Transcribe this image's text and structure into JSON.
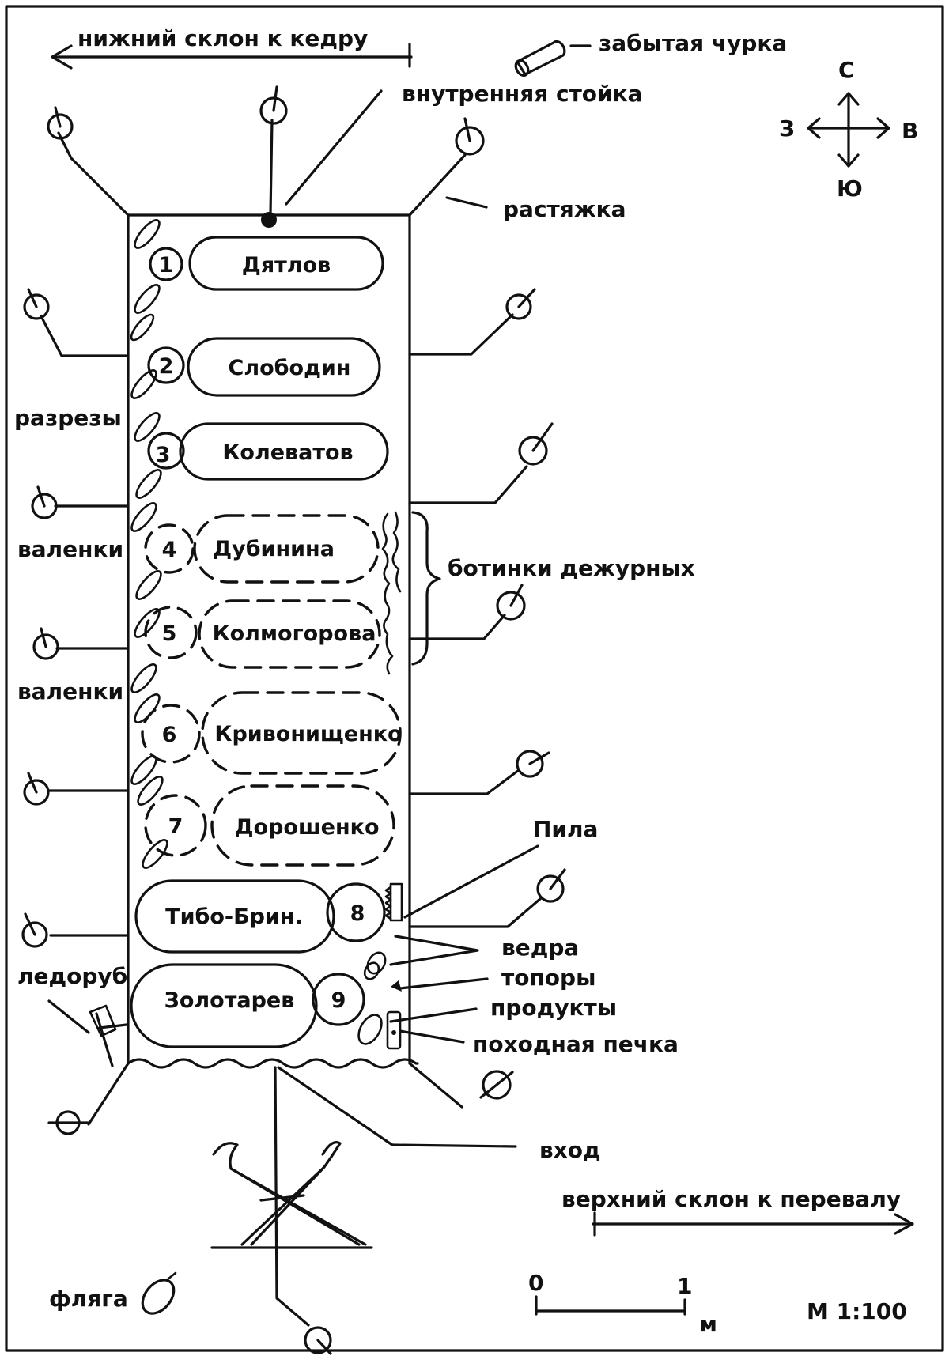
{
  "labels": {
    "lower_slope": "нижний склон к кедру",
    "forgotten_log": "забытая чурка",
    "inner_pole": "внутренняя стойка",
    "guy_rope": "растяжка",
    "cuts": "разрезы",
    "felt_boots_1": "валенки",
    "felt_boots_2": "валенки",
    "duty_boots": "ботинки дежурных",
    "saw": "Пила",
    "buckets": "ведра",
    "axes": "топоры",
    "food": "продукты",
    "camp_stove": "походная печка",
    "ice_axe": "ледоруб",
    "entrance": "вход",
    "upper_slope": "верхний склон к перевалу",
    "flask": "фляга"
  },
  "compass": {
    "north": "С",
    "west": "З",
    "east": "В",
    "south": "Ю"
  },
  "members": [
    {
      "num": "1",
      "name": "Дятлов",
      "state": "solid"
    },
    {
      "num": "2",
      "name": "Слободин",
      "state": "solid"
    },
    {
      "num": "3",
      "name": "Колеватов",
      "state": "solid"
    },
    {
      "num": "4",
      "name": "Дубинина",
      "state": "dashed"
    },
    {
      "num": "5",
      "name": "Колмогорова",
      "state": "dashed"
    },
    {
      "num": "6",
      "name": "Кривонищенко",
      "state": "dashed"
    },
    {
      "num": "7",
      "name": "Дорошенко",
      "state": "dashed"
    },
    {
      "num": "8",
      "name": "Тибо-Брин.",
      "state": "solid"
    },
    {
      "num": "9",
      "name": "Золотарев",
      "state": "solid"
    }
  ],
  "scale": {
    "zero": "0",
    "one": "1",
    "unit": "м",
    "ratio": "М 1:100"
  },
  "colors": {
    "ink": "#111111",
    "paper": "#ffffff"
  }
}
